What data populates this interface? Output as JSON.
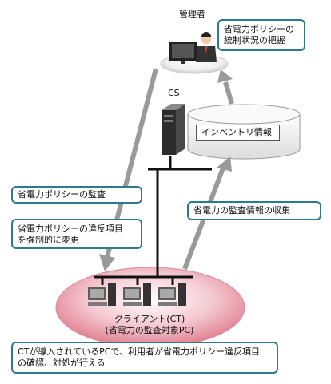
{
  "labels": {
    "admin": "管理者",
    "cs": "CS",
    "inventory": "インベントリ情報",
    "client_line1": "クライアント(CT)",
    "client_line2": "(省電力の監査対象PC)"
  },
  "callouts": {
    "admin_task_line1": "省電力ポリシーの",
    "admin_task_line2": "統制状況の把握",
    "audit": "省電力ポリシーの監査",
    "enforce_line1": "省電力ポリシーの違反項目",
    "enforce_line2": "を強制的に変更",
    "collect": "省電力の監査情報の収集",
    "client_note_line1": "CTが導入されているPCで、利用者が省電力ポリシー違反項目",
    "client_note_line2": "の確認、対処が行える"
  },
  "colors": {
    "callout_border": "#2e7a8c",
    "arrow": "#9a9a9a",
    "ellipse_pink": "#e79aa8",
    "ellipse_gray": "#d7d7d7"
  }
}
